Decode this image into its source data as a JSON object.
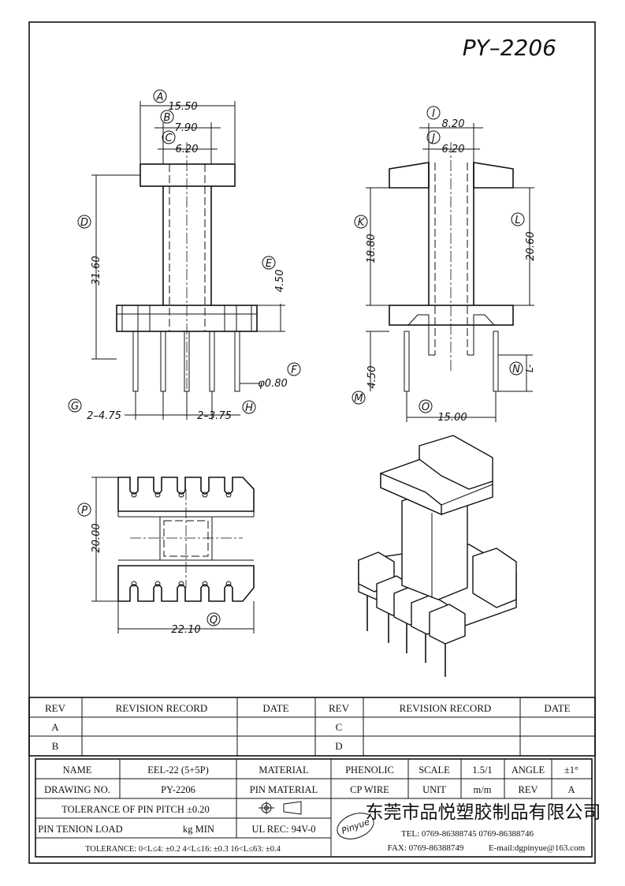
{
  "title": "PY–2206",
  "dims": {
    "A": {
      "letter": "A",
      "value": "15.50"
    },
    "B": {
      "letter": "B",
      "value": "7.90"
    },
    "C": {
      "letter": "C",
      "value": "6.20"
    },
    "D": {
      "letter": "D",
      "value": "31.60"
    },
    "E": {
      "letter": "E",
      "value": "4.50"
    },
    "F": {
      "letter": "F",
      "value": "φ0.80"
    },
    "G": {
      "letter": "G",
      "value": "2–4.75"
    },
    "H": {
      "letter": "H",
      "value": "2–3.75"
    },
    "I": {
      "letter": "I",
      "value": "8.20"
    },
    "J": {
      "letter": "J",
      "value": "6.20"
    },
    "K": {
      "letter": "K",
      "value": "18.80"
    },
    "L": {
      "letter": "L",
      "value": "20.60"
    },
    "M": {
      "letter": "M",
      "value": "4.50"
    },
    "N": {
      "letter": "N",
      "value": "L-"
    },
    "O": {
      "letter": "O",
      "value": "15.00"
    },
    "P": {
      "letter": "P",
      "value": "20.00"
    },
    "Q": {
      "letter": "Q",
      "value": "22.10"
    }
  },
  "revision": {
    "headers": [
      "REV",
      "REVISION RECORD",
      "DATE",
      "REV",
      "REVISION RECORD",
      "DATE"
    ],
    "rows": [
      [
        "A",
        "",
        "",
        "C",
        "",
        ""
      ],
      [
        "B",
        "",
        "",
        "D",
        "",
        ""
      ]
    ]
  },
  "titleblock": {
    "name_label": "NAME",
    "name_value": "EEL-22 (5+5P)",
    "material_label": "MATERIAL",
    "material_value": "PHENOLIC",
    "scale_label": "SCALE",
    "scale_value": "1.5/1",
    "angle_label": "ANGLE",
    "angle_value": "±1°",
    "drawing_label": "DRAWING NO.",
    "drawing_value": "PY-2206",
    "pin_material_label": "PIN MATERIAL",
    "pin_material_value": "CP WIRE",
    "unit_label": "UNIT",
    "unit_value": "m/m",
    "rev_label": "REV",
    "rev_value": "A",
    "pitch_tol": "TOLERANCE OF PIN PITCH ±0.20",
    "pin_load_label": "PIN TENION LOAD",
    "pin_load_unit": "kg MIN",
    "ul": "UL REC: 94V-0",
    "tolerance_line": "TOLERANCE: 0<L≤4: ±0.2  4<L≤16: ±0.3  16<L≤63: ±0.4",
    "logo": "Pinyue",
    "company": "东莞市品悦塑胶制品有限公司",
    "tel": "TEL: 0769-86388745   0769-86388746",
    "fax": "FAX: 0769-86388749",
    "email": "E-mail:dgpinyue@163.com"
  }
}
